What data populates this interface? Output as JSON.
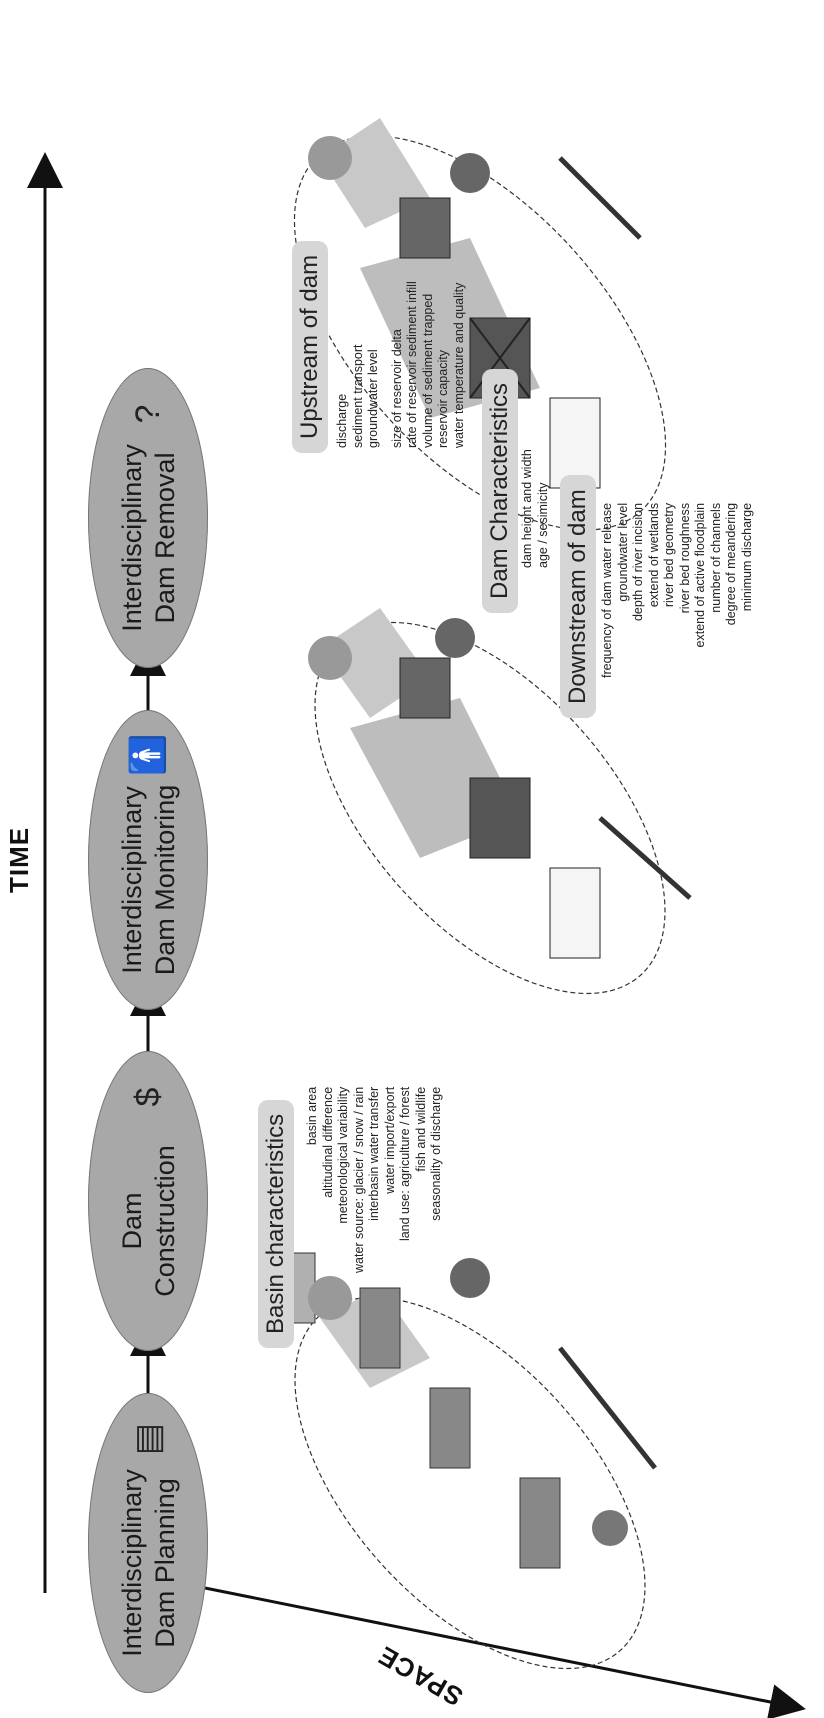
{
  "axes": {
    "time": "TIME",
    "space": "SPACE"
  },
  "stages": [
    {
      "label": "Interdisciplinary Dam Planning",
      "icon": "document-icon",
      "glyph": "▤"
    },
    {
      "label": "Dam Construction",
      "icon": "dollar-icon",
      "glyph": "$"
    },
    {
      "label": "Interdisciplinary Dam Monitoring",
      "icon": "people-icon",
      "glyph": "🚹"
    },
    {
      "label": "Interdisciplinary Dam Removal",
      "icon": "question-icon",
      "glyph": "?"
    }
  ],
  "basin": {
    "title": "Basin characteristics",
    "items": [
      "basin area",
      "altitudinal difference",
      "meteorological variability",
      "water source: glacier / snow / rain",
      "interbasin water transfer",
      "water import/export",
      "land use: agriculture / forest",
      "fish and wildlife",
      "seasonality of discharge"
    ]
  },
  "dam": {
    "title": "Dam Characteristics",
    "items": [
      "dam height and width",
      "age / sesimicity"
    ]
  },
  "upstream": {
    "title": "Upstream of dam",
    "items": [
      "discharge",
      "sediment transport",
      "groundwater level",
      "",
      "size of reservoir delta",
      "rate of reservoir sediment infill",
      "volume of sediment trapped",
      "reservoir capacity",
      "water temperature and quality"
    ]
  },
  "downstream": {
    "title": "Downstream of dam",
    "items": [
      "frequency of dam water release",
      "groundwater level",
      "depth of river incision",
      "extend of wetlands",
      "river bed geometry",
      "river bed roughness",
      "extend of active floodplain",
      "number of channels",
      "degree of meandering",
      "minimum discharge"
    ]
  }
}
